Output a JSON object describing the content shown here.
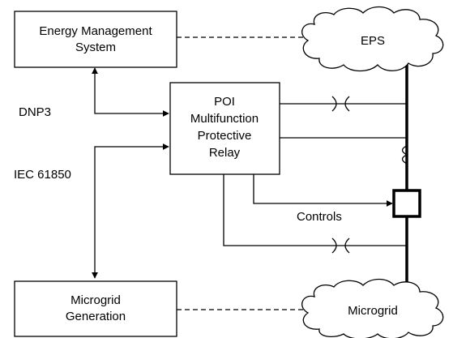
{
  "nodes": {
    "ems": {
      "line1": "Energy Management",
      "line2": "System"
    },
    "relay": {
      "line1": "POI",
      "line2": "Multifunction",
      "line3": "Protective",
      "line4": "Relay"
    },
    "microgrid_generation": {
      "line1": "Microgrid",
      "line2": "Generation"
    },
    "eps": {
      "label": "EPS"
    },
    "microgrid": {
      "label": "Microgrid"
    }
  },
  "links": {
    "dnp3": "DNP3",
    "iec61850": "IEC 61850",
    "controls": "Controls"
  },
  "colors": {
    "stroke": "#000000",
    "fill": "#ffffff"
  }
}
